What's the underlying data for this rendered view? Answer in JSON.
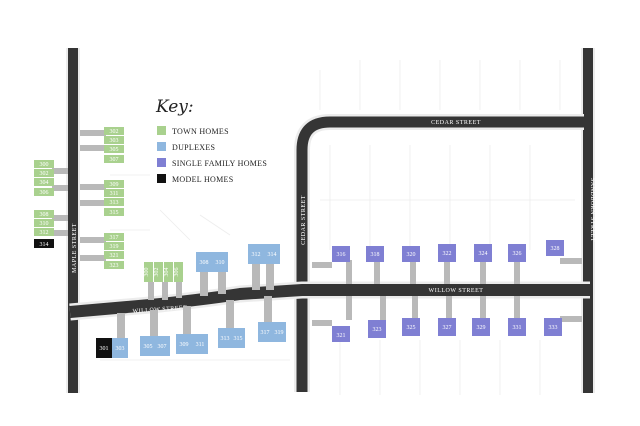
{
  "key": {
    "title": "Key:",
    "items": [
      {
        "label": "TOWN HOMES",
        "color": "#a9d18e"
      },
      {
        "label": "DUPLEXES",
        "color": "#8fb7df"
      },
      {
        "label": "SINGLE FAMILY HOMES",
        "color": "#7f7fd3"
      },
      {
        "label": "MODEL HOMES",
        "color": "#111111"
      }
    ]
  },
  "streets": {
    "maple": "MAPLE STREET",
    "cedar": "CEDAR STREET",
    "cedar_vertical": "CEDAR STREET",
    "sandborn": "SANDBORN STREET",
    "willow_west": "WILLOW STREET",
    "willow_east": "WILLOW STREET"
  },
  "lots": {
    "l302": "302",
    "l303": "303",
    "l305": "305",
    "l307": "307",
    "l300": "300",
    "l302b": "302",
    "l304": "304",
    "l306": "306",
    "l309": "309",
    "l311": "311",
    "l313": "313",
    "l315": "315",
    "l308": "308",
    "l310": "310",
    "l312": "312",
    "l314": "314",
    "l317": "317",
    "l319": "319",
    "l321": "321",
    "l323": "323",
    "l314m": "314",
    "l301": "301",
    "l303b": "303",
    "l305b": "305",
    "l307b": "307",
    "l309b": "309",
    "l311b": "311",
    "l313b": "313",
    "l315b": "315",
    "l317b": "317",
    "l319b": "319",
    "l300n": "300",
    "l302n": "302",
    "l304n": "304",
    "l306n": "306",
    "l308d": "308",
    "l310d": "310",
    "l312d": "312",
    "l314d": "314",
    "l316": "316",
    "l318": "318",
    "l320": "320",
    "l322": "322",
    "l324": "324",
    "l326": "326",
    "l328": "328",
    "l321s": "321",
    "l323s": "323",
    "l325": "325",
    "l327": "327",
    "l329": "329",
    "l331": "331",
    "l333": "333"
  }
}
